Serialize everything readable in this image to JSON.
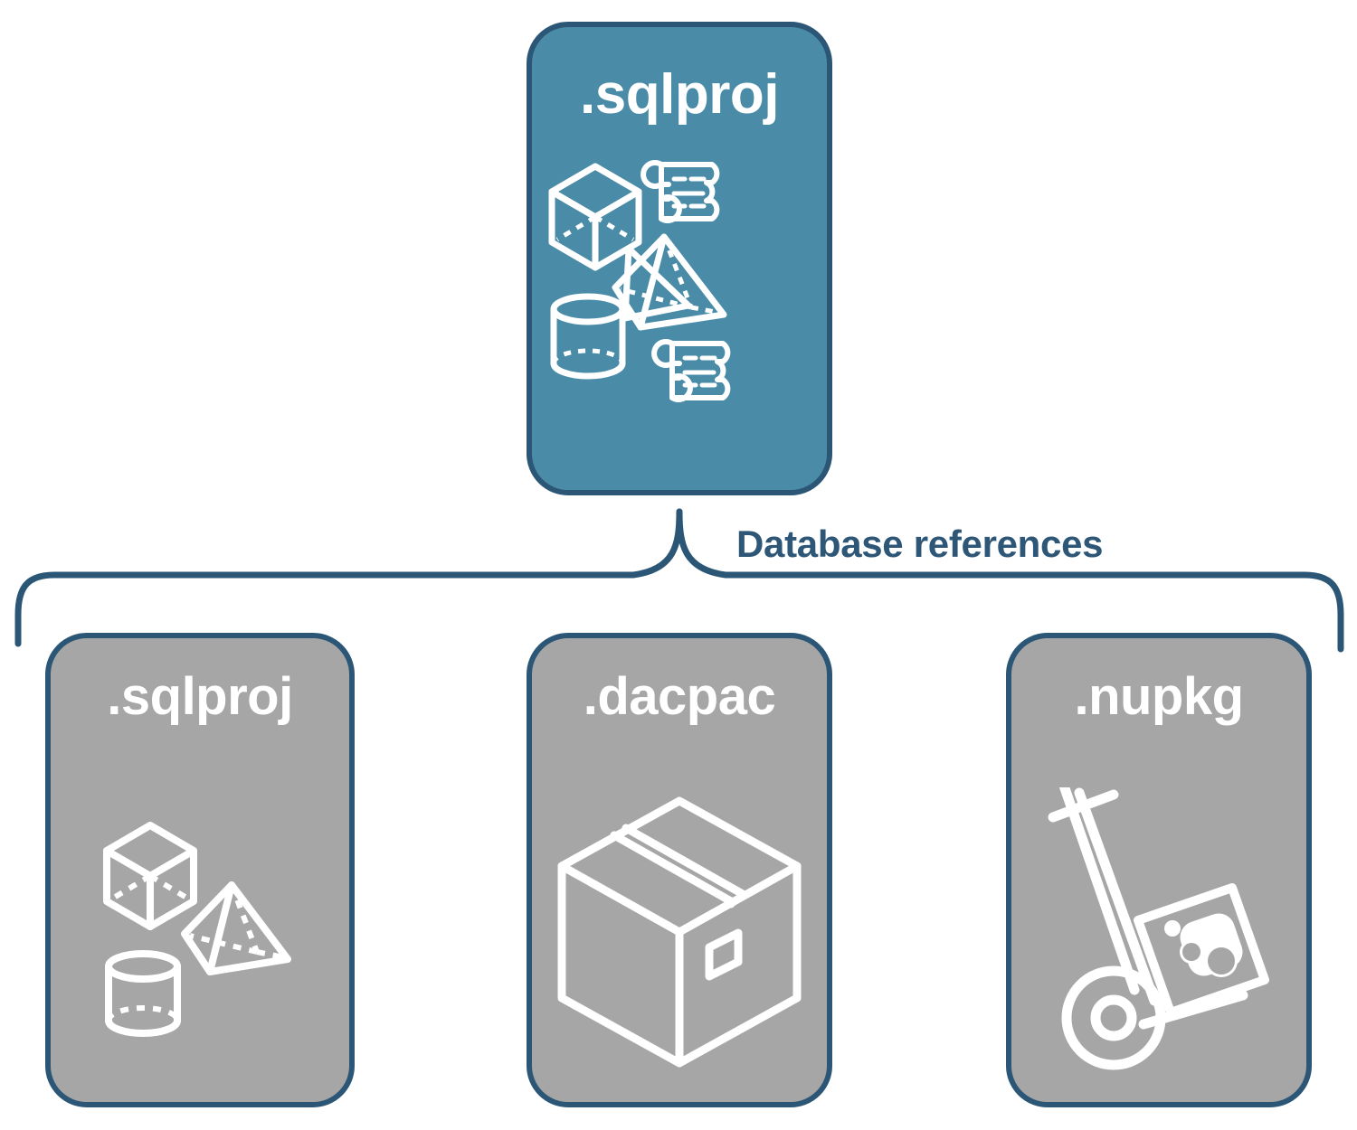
{
  "diagram": {
    "title_root": ".sqlproj",
    "connector_label": "Database references",
    "colors": {
      "primary_fill": "#4A8CA8",
      "secondary_fill": "#A6A6A6",
      "border": "#2C5676",
      "label_text": "#2E5777",
      "icon_stroke": "#FFFFFF",
      "background": "#FFFFFF"
    },
    "root_node": {
      "label": ".sqlproj",
      "style": "primary",
      "icons": [
        "cube-icon",
        "pyramid-icon",
        "cylinder-icon",
        "scroll-icon",
        "scroll-icon"
      ]
    },
    "children": [
      {
        "label": ".sqlproj",
        "style": "secondary",
        "icons": [
          "cube-icon",
          "pyramid-icon",
          "cylinder-icon"
        ]
      },
      {
        "label": ".dacpac",
        "style": "secondary",
        "icons": [
          "package-box-icon"
        ]
      },
      {
        "label": ".nupkg",
        "style": "secondary",
        "icons": [
          "hand-truck-icon"
        ]
      }
    ]
  }
}
